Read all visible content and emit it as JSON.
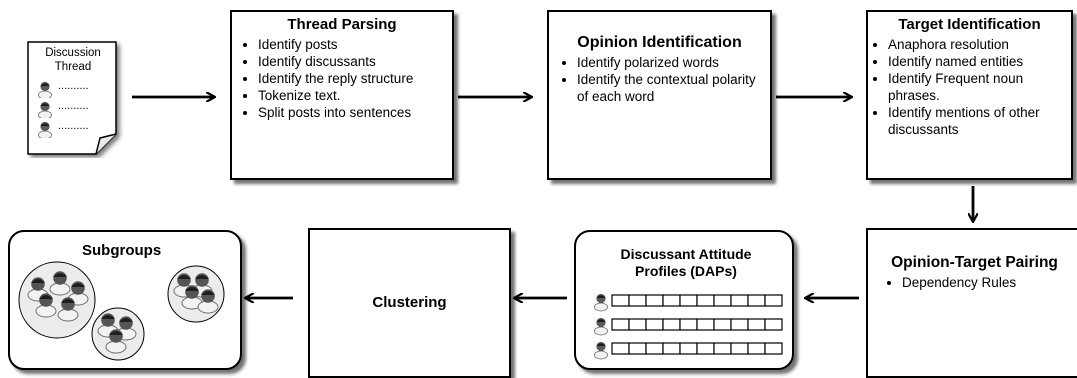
{
  "document": {
    "label": "Discussion Thread",
    "line_text": ".........."
  },
  "thread_parsing": {
    "title": "Thread Parsing",
    "items": [
      "Identify posts",
      "Identify discussants",
      "Identify the reply structure",
      "Tokenize text.",
      "Split posts into sentences"
    ]
  },
  "opinion_identification": {
    "title": "Opinion Identification",
    "items": [
      "Identify polarized words",
      "Identify the contextual polarity of each word"
    ]
  },
  "target_identification": {
    "title": "Target Identification",
    "items": [
      "Anaphora resolution",
      "Identify named entities",
      "Identify Frequent noun phrases.",
      "Identify mentions of other discussants"
    ]
  },
  "opinion_target_pairing": {
    "title": "Opinion-Target Pairing",
    "items": [
      "Dependency Rules"
    ]
  },
  "daps": {
    "title": "Discussant Attitude Profiles (DAPs)"
  },
  "clustering": {
    "title": "Clustering"
  },
  "subgroups": {
    "title": "Subgroups"
  }
}
